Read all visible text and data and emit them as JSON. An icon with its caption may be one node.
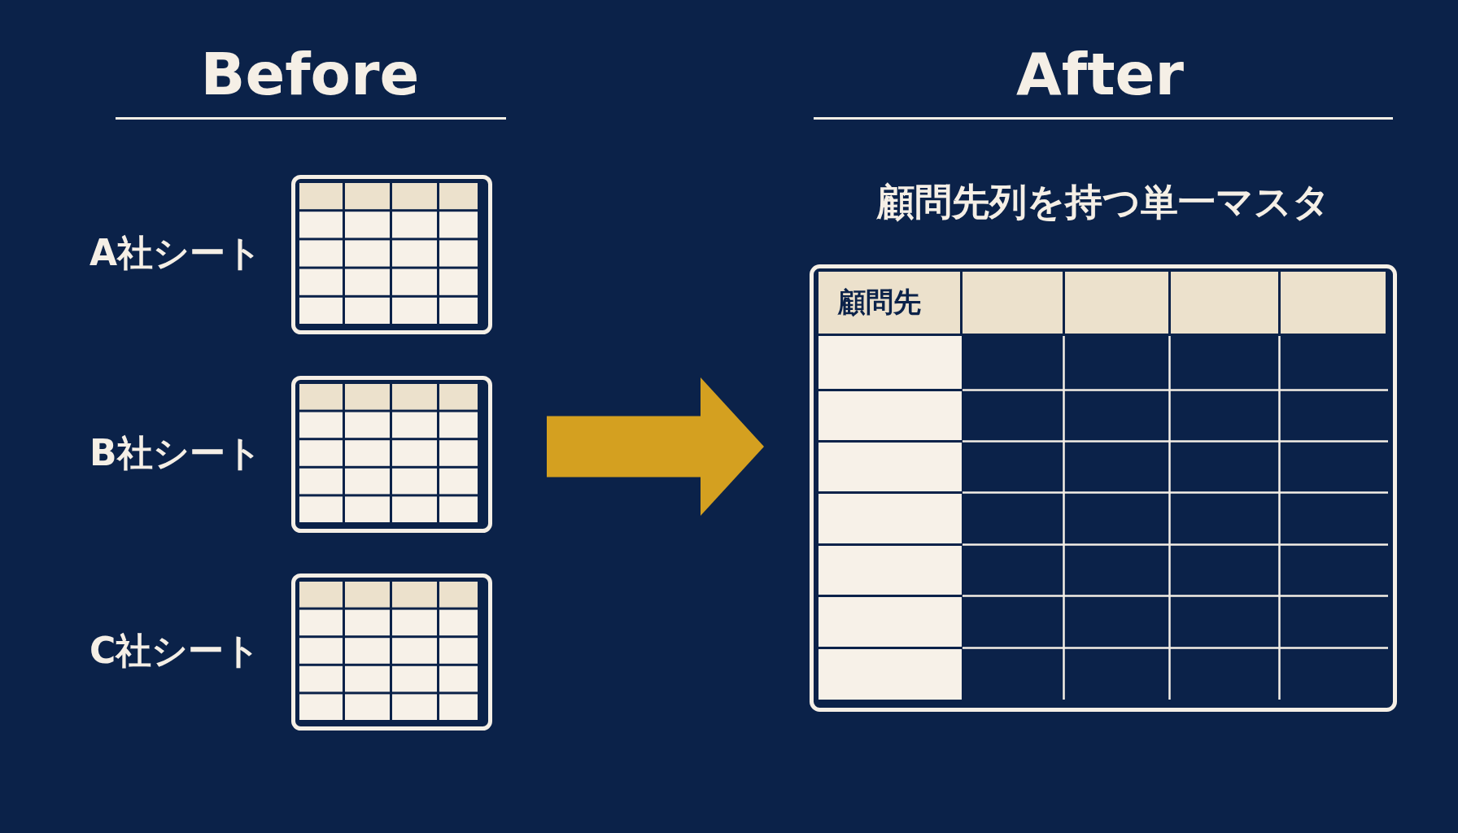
{
  "diagram": {
    "nodes": [
      {
        "text": [],
        "shape": "box",
        "beside": [
          "A社シート"
        ]
      },
      {
        "text": [],
        "shape": "box",
        "beside": [
          "B社シート"
        ]
      },
      {
        "text": [],
        "shape": "box",
        "beside": [
          "C社シート"
        ]
      },
      {
        "text": [
          "顧問先列を持つ単一マスタ",
          "顧問先"
        ]
      }
    ],
    "edges": [
      {
        "from": null,
        "to": 3,
        "arrow": "to"
      }
    ],
    "labels": [
      "Before",
      "After"
    ]
  }
}
